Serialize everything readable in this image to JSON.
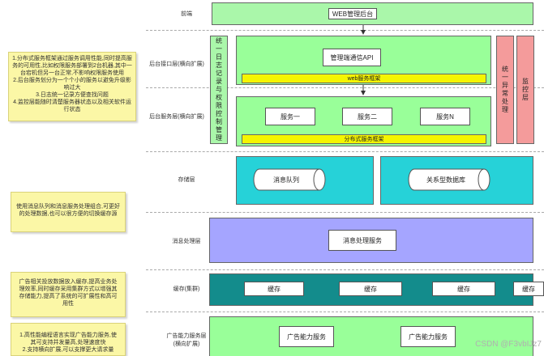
{
  "layers": {
    "frontend": "前端",
    "gateway": "后台接口层(横向扩展)",
    "service": "后台服务层(横向扩展)",
    "storage": "存储层",
    "msgproc": "消息处理层",
    "cache": "缓存(集群)",
    "adcap_line1": "广告能力服务层",
    "adcap_line2": "(横向扩展)"
  },
  "frontend_box": "WEB管理后台",
  "gateway": {
    "api": "管理端通信API",
    "framework": "web服务框架"
  },
  "unified_log": "统一日志记录与权限控制管理",
  "unified_exception": "统一异常处理",
  "monitor": "监控层",
  "service_layer": {
    "items": [
      "服务一",
      "服务二",
      "服务N"
    ],
    "framework": "分布式服务框架"
  },
  "storage": {
    "mq": "消息队列",
    "db": "关系型数据库"
  },
  "msgproc_box": "消息处理服务",
  "cache_items": [
    "缓存",
    "缓存",
    "缓存",
    "缓存"
  ],
  "adcap_items": [
    "广告能力服务",
    "广告能力服务"
  ],
  "notes": {
    "n1": [
      "1.分布式服务框架通过服务调用性能,同时提高服",
      "务的可用性,比如权限服务部署到2台机器,其中一",
      "台宕机但另一台正常,不影响权限服务使用",
      "2.后台服务划分为一个个小的服务以避免升级影",
      "响过大",
      "3.日志统一记录方便查找问题",
      "4.监控层能随时清楚服务器状态以及相关软件运",
      "行状态"
    ],
    "n2": [
      "使用消息队列和消息服务处理组合,可更好",
      "的处理数据,也可以很方便的切换缓存源"
    ],
    "n3": [
      "广告相关投放数据放入缓存,提高业务处",
      "理效率,同时缓存采用集群方式以增强其",
      "存储能力,提高了系统的可扩展性和高可",
      "用性"
    ],
    "n4": [
      "1.高性能编程语言实现广告能力服务,使",
      "其可支持并发量高,处理速度快",
      "2.支持横向扩展,可以支撑更大请求量"
    ]
  },
  "watermark": "CSDN @F3vbIJz7",
  "colors": {
    "band_green": "#aaf7aa",
    "inner_green": "#99ff99",
    "exception_red": "#f49b9b",
    "storage_teal": "#26d2d8",
    "msg_purple": "#a5a5ff",
    "cache_teal": "#138c8c",
    "note_yellow": "#fbf7a6",
    "bar_yellow": "#f5f500"
  }
}
